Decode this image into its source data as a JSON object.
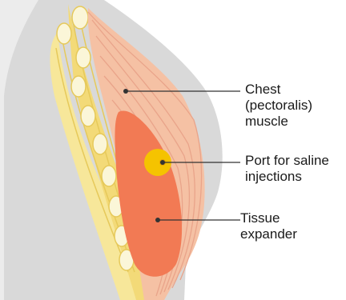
{
  "labels": {
    "chest_muscle": [
      "Chest",
      "(pectoralis)",
      "muscle"
    ],
    "port": [
      "Port for saline",
      "injections"
    ],
    "expander": [
      "Tissue",
      "expander"
    ]
  },
  "colors": {
    "background_body": "#d9d9d9",
    "muscle_pink": "#f5c1a4",
    "muscle_line": "#e9a48a",
    "rib_yellow": "#f7e79a",
    "rib_stripe": "#e9d36a",
    "bone_cream": "#fbf6d8",
    "expander_orange": "#f27a54",
    "port_yellow": "#f5c300",
    "port_center": "#e8a400",
    "leader_line": "#333333"
  }
}
